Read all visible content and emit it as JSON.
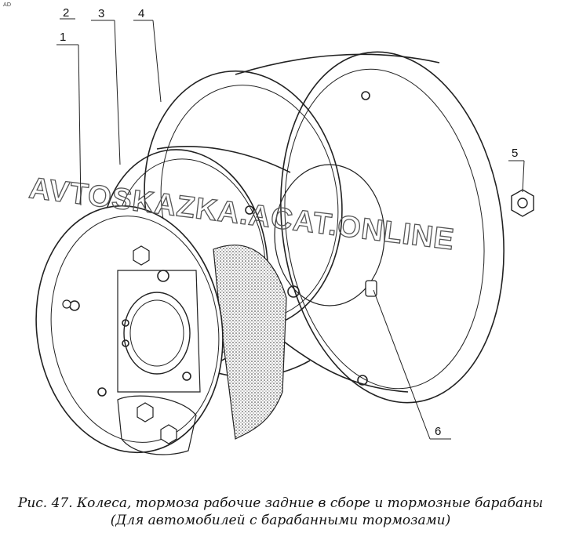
{
  "corner_mark": "AD",
  "callouts": [
    {
      "id": "1",
      "label": "1"
    },
    {
      "id": "2",
      "label": "2"
    },
    {
      "id": "3",
      "label": "3"
    },
    {
      "id": "4",
      "label": "4"
    },
    {
      "id": "5",
      "label": "5"
    },
    {
      "id": "6",
      "label": "6"
    }
  ],
  "watermark": "AVTOSKAZKA.ACAT.ONLINE",
  "caption": {
    "line1": "Рис. 47. Колеса, тормоза рабочие задние в сборе и тормозные барабаны",
    "line2": "(Для автомобилей с барабанными тормозами)"
  }
}
